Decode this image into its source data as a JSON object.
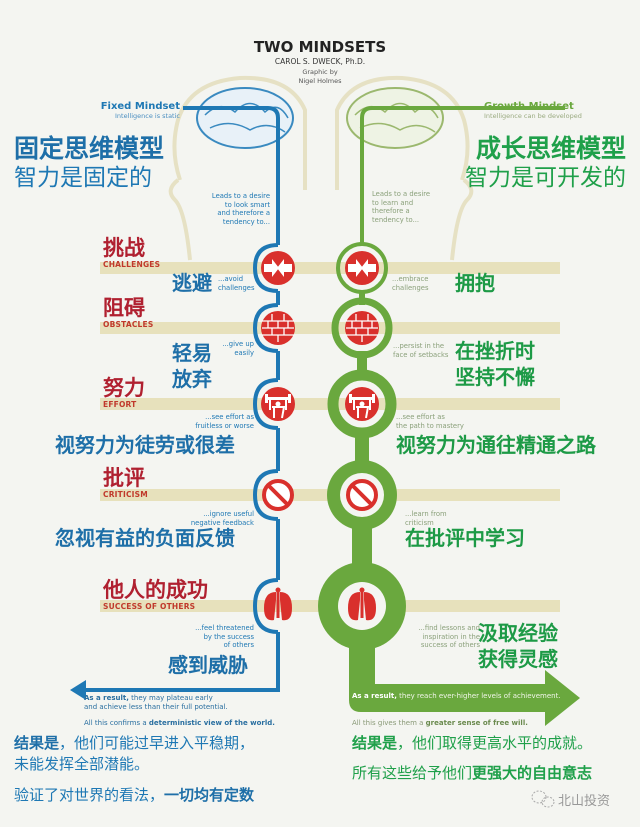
{
  "header": {
    "title": "TWO MINDSETS",
    "author": "CAROL S. DWECK, Ph.D.",
    "credit_line1": "Graphic by",
    "credit_line2": "Nigel Holmes"
  },
  "fixed": {
    "name": "Fixed Mindset",
    "subtitle": "Intelligence is static",
    "cn_title": "固定思维模型",
    "cn_subtitle": "智力是固定的",
    "leads_to": [
      "Leads to a desire",
      "to look smart",
      "and therefore a",
      "tendency to..."
    ],
    "color": "#1e78b4"
  },
  "growth": {
    "name": "Growth Mindset",
    "subtitle": "Intelligence can be developed",
    "cn_title": "成长思维模型",
    "cn_subtitle": "智力是可开发的",
    "leads_to": [
      "Leads to a desire",
      "to learn and",
      "therefore a",
      "tendency to..."
    ],
    "color": "#6aa83e"
  },
  "categories": [
    {
      "cn": "挑战",
      "en": "CHALLENGES",
      "icon": "arrows-collide-icon",
      "fixed_en": [
        "...avoid",
        "challenges"
      ],
      "fixed_cn": [
        "逃避"
      ],
      "growth_en": [
        "...embrace",
        "challenges"
      ],
      "growth_cn": [
        "拥抱"
      ]
    },
    {
      "cn": "阻碍",
      "en": "OBSTACLES",
      "icon": "brick-wall-icon",
      "fixed_en": [
        "...give up",
        "easily"
      ],
      "fixed_cn": [
        "轻易",
        "放弃"
      ],
      "growth_en": [
        "...persist in the",
        "face of setbacks"
      ],
      "growth_cn": [
        "在挫折时",
        "坚持不懈"
      ]
    },
    {
      "cn": "努力",
      "en": "EFFORT",
      "icon": "weightlifter-icon",
      "fixed_en": [
        "...see effort as",
        "fruitless or worse"
      ],
      "fixed_cn": [
        "视努力为徒劳或很差"
      ],
      "growth_en": [
        "...see effort as",
        "the path to mastery"
      ],
      "growth_cn": [
        "视努力为通往精通之路"
      ]
    },
    {
      "cn": "批评",
      "en": "CRITICISM",
      "icon": "prohibited-icon",
      "fixed_en": [
        "...ignore useful",
        "negative feedback"
      ],
      "fixed_cn": [
        "忽视有益的负面反馈"
      ],
      "growth_en": [
        "...learn from",
        "criticism"
      ],
      "growth_cn": [
        "在批评中学习"
      ]
    },
    {
      "cn": "他人的成功",
      "en": "SUCCESS OF OTHERS",
      "icon": "person-lungs-icon",
      "fixed_en": [
        "...feel threatened",
        "by the success",
        "of others"
      ],
      "fixed_cn": [
        "感到威胁"
      ],
      "growth_en": [
        "...find lessons and",
        "inspiration in the",
        "success of others"
      ],
      "growth_cn": [
        "汲取经验",
        "获得灵感"
      ]
    }
  ],
  "results": {
    "fixed_en_bold": "As a result,",
    "fixed_en_1": "they may plateau early",
    "fixed_en_2": "and achieve less than their full potential.",
    "fixed_confirm_pre": "All this confirms a",
    "fixed_confirm_bold": "deterministic view of the world.",
    "fixed_cn_bold": "结果是",
    "fixed_cn_1": "，他们可能过早进入平稳期，",
    "fixed_cn_2": "未能发挥全部潜能。",
    "fixed_cn_3_pre": "验证了对世界的看法，",
    "fixed_cn_3_bold": "一切均有定数",
    "growth_en_bold": "As a result,",
    "growth_en_1": "they reach ever-higher levels of achievement.",
    "growth_confirm_pre": "All this gives them a",
    "growth_confirm_bold": "greater sense of free will.",
    "growth_cn_bold": "结果是",
    "growth_cn_1": "，他们取得更高水平的成就。",
    "growth_cn_2_pre": "所有这些给予他们",
    "growth_cn_2_bold": "更强大的自由意志"
  },
  "watermark": {
    "icon": "wechat-icon",
    "text": "北山投资"
  },
  "colors": {
    "fixed_blue": "#1e78b4",
    "growth_green": "#6aa83e",
    "category_red": "#b02030",
    "icon_red": "#d9302c",
    "band_beige": "#e2dbb0",
    "background": "#f4f5f1"
  }
}
